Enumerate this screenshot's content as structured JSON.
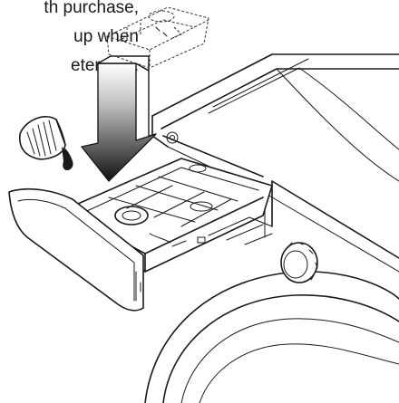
{
  "caption": {
    "lines": [
      "th purchase,",
      "up when",
      "etergent."
    ]
  },
  "illustration": {
    "subject": "detergent-drawer-filling-diagram",
    "icons": [
      "liquid-detergent-bottle-icon",
      "down-arrow-icon",
      "detergent-cup-icon",
      "dispenser-drawer-icon",
      "control-knob-icon",
      "washing-machine-door-icon"
    ]
  }
}
